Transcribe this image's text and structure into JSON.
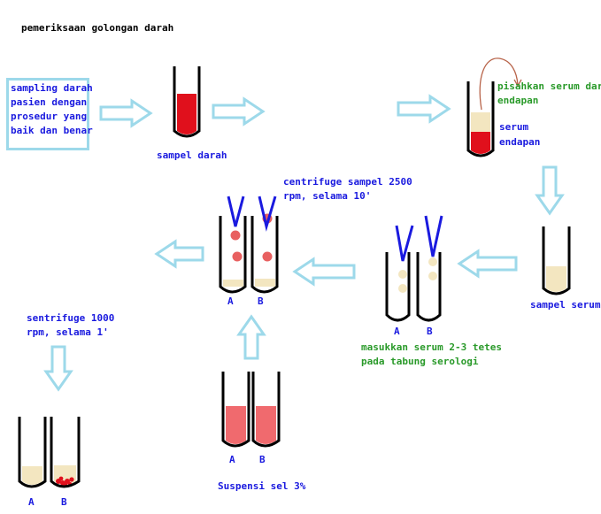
{
  "title": "pemeriksaan golongan darah",
  "steps": {
    "sampling": "sampling darah\npasien dengan\nprosedur yang\nbaik dan benar",
    "sampel_darah": "sampel darah",
    "pisahkan": "pisahkan serum dari\nendapan",
    "serum": "serum",
    "endapan": "endapan",
    "sampel_serum": "sampel serum",
    "masukkan": "masukkan serum 2-3 tetes\npada tabung serologi",
    "centrifuge_2500": "centrifuge sampel 2500\nrpm, selama 10'",
    "suspensi": "Suspensi sel 3%",
    "centrifuge_1000": "sentrifuge 1000\nrpm, selama 1'"
  },
  "tube_labels": {
    "a": "A",
    "b": "B"
  },
  "colors": {
    "arrow": "#9dd9ea",
    "blood": "#e0101c",
    "serum": "#f3e6c0",
    "suspension": "#f06a6e",
    "cell_dot": "#e86060",
    "pipette": "#1a1adf",
    "text_blue": "#1a1adf",
    "text_green": "#2a9a2a",
    "curve": "#b8644a"
  }
}
